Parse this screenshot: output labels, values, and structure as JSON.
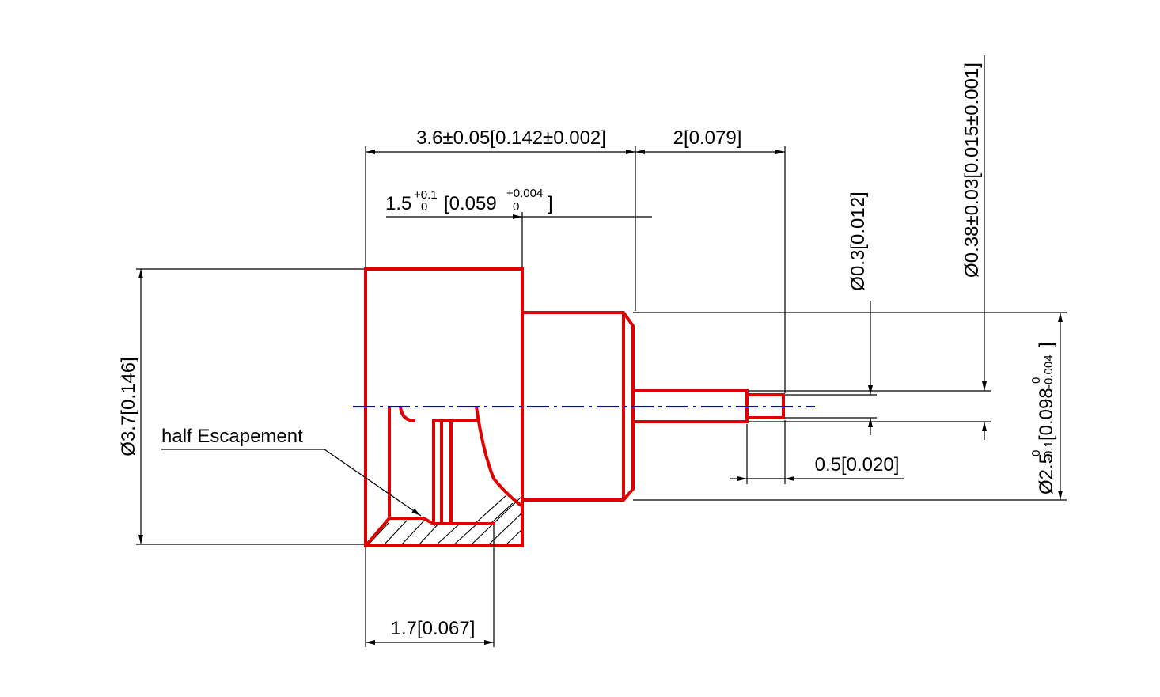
{
  "dimensions": {
    "overall_length": "3.6±0.05[0.142±0.002]",
    "pinion_length": "2[0.079]",
    "recess_depth_main": "1.5",
    "recess_depth_tol_upper": "+0.1",
    "recess_depth_tol_lower": "0",
    "recess_depth_bracket_open": "[0.059",
    "recess_depth_in_tol_upper": "+0.004",
    "recess_depth_in_tol_lower": "0",
    "recess_depth_bracket_close": "]",
    "pivot_diameter": "Ø0.3[0.012]",
    "shaft_diameter": "Ø0.38±0.03[0.015±0.001]",
    "hub_diameter_main": "Ø2.5",
    "hub_diameter_tol_upper": "0",
    "hub_diameter_tol_lower": "-0.1",
    "hub_diameter_bracket_main": "[0.098",
    "hub_diameter_in_tol_upper": "0",
    "hub_diameter_in_tol_lower": "-0.004",
    "hub_diameter_bracket_close": "]",
    "body_diameter": "Ø3.7[0.146]",
    "pivot_length": "0.5[0.020]",
    "escapement_depth": "1.7[0.067]"
  },
  "labels": {
    "leader_note": "half Escapement"
  },
  "colors": {
    "part_outline": "#e00000",
    "center_axis": "#0000e0",
    "dimension_lines": "#000000",
    "background": "#ffffff"
  }
}
